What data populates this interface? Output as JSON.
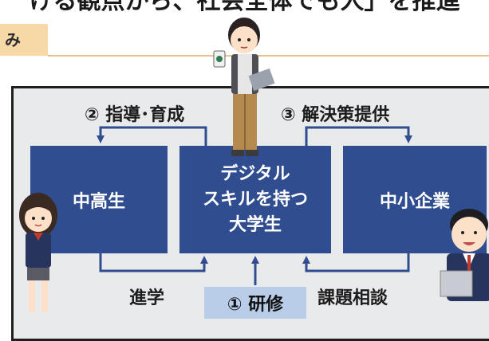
{
  "heading": "ける観点から、社会全体でも人」を推進",
  "tag": "み",
  "boxes": {
    "left": "中高生",
    "center_line1": "デジタル",
    "center_line2": "スキルを持つ",
    "center_line3": "大学生",
    "right": "中小企業"
  },
  "labels": {
    "guidance": "② 指導･育成",
    "solution": "③ 解決策提供",
    "training": "① 研修",
    "advance": "進学",
    "consult": "課題相談"
  },
  "colors": {
    "box": "#2f4d8f",
    "panel": "#e9eaec",
    "tag": "#f7d9a8",
    "step1": "#b9cce8"
  },
  "illustrations": {
    "student": "student-girl-illustration",
    "university": "university-student-illustration",
    "business": "businessman-illustration"
  }
}
